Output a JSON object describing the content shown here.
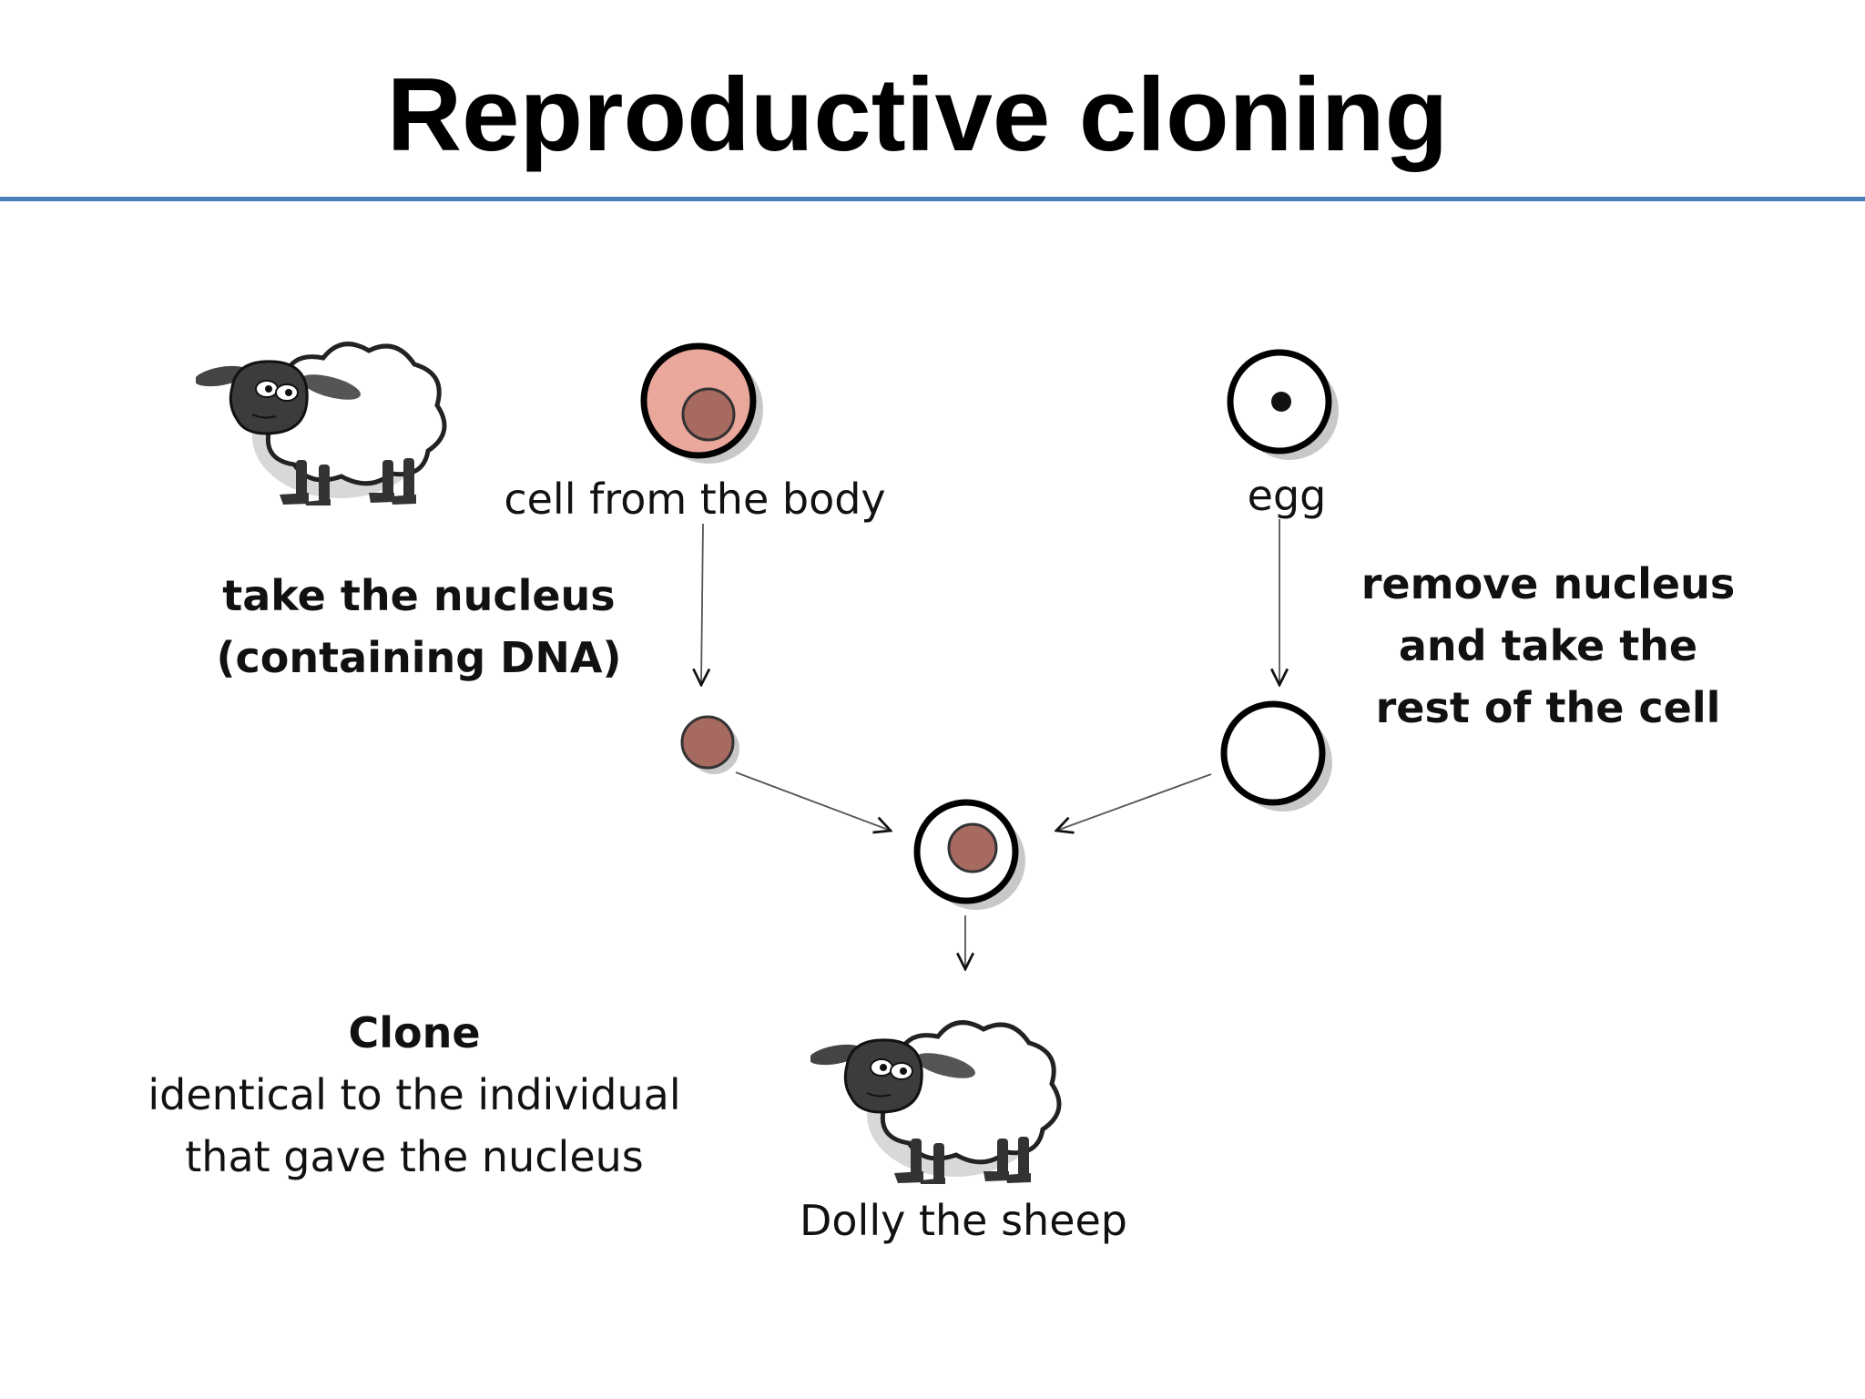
{
  "slide": {
    "title": "Reproductive cloning"
  },
  "labels": {
    "body_cell": "cell from the body",
    "egg": "egg",
    "take_nucleus_1": "take the nucleus",
    "take_nucleus_2": "(containing DNA)",
    "remove_nucleus_1": "remove nucleus",
    "remove_nucleus_2": "and take the",
    "remove_nucleus_3": "rest of the cell",
    "clone_heading": "Clone",
    "clone_desc_1": "identical to the individual",
    "clone_desc_2": "that gave the nucleus",
    "dolly": "Dolly the sheep"
  },
  "colors": {
    "rule": "#4a7ebb",
    "cell_body": "#eaa79b",
    "nucleus": "#a66a60",
    "outline": "#000000",
    "arrow": "#555555"
  },
  "icons": {
    "donor": "sheep-icon",
    "clone": "sheep-icon"
  }
}
